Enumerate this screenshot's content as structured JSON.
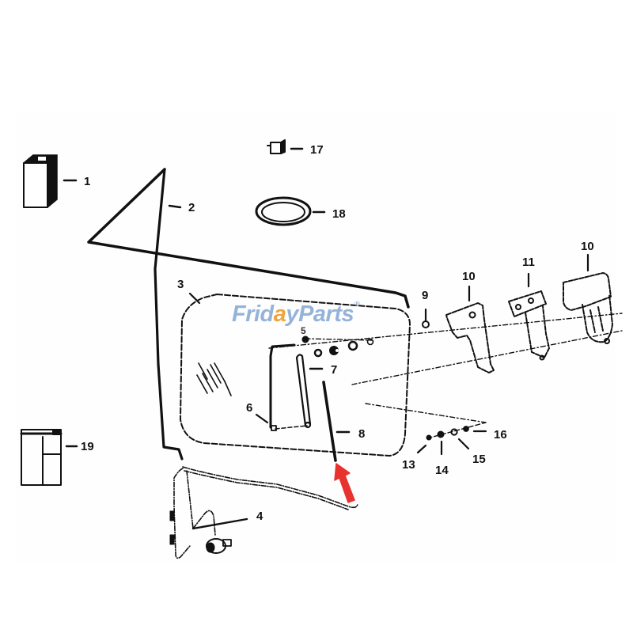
{
  "diagram": {
    "type": "exploded-parts-diagram",
    "subject": "Cab door glass, wiper and washer assembly",
    "background_color": "#ffffff",
    "line_color": "#111111",
    "highlight_arrow": {
      "color": "#e8322e",
      "points_to_callout": "8"
    },
    "watermark": {
      "text_part1": "Frid",
      "text_check": "a",
      "text_part2": "y",
      "text_part3": "Parts",
      "registered": "®",
      "color": "#8fb0d8",
      "check_color": "#f0a030"
    },
    "callouts": [
      {
        "id": "1",
        "label": "1"
      },
      {
        "id": "2",
        "label": "2"
      },
      {
        "id": "3",
        "label": "3"
      },
      {
        "id": "4",
        "label": "4"
      },
      {
        "id": "5",
        "label": "5"
      },
      {
        "id": "6",
        "label": "6"
      },
      {
        "id": "7",
        "label": "7"
      },
      {
        "id": "8",
        "label": "8"
      },
      {
        "id": "9",
        "label": "9"
      },
      {
        "id": "10a",
        "label": "10"
      },
      {
        "id": "10b",
        "label": "10"
      },
      {
        "id": "11",
        "label": "11"
      },
      {
        "id": "13",
        "label": "13"
      },
      {
        "id": "14",
        "label": "14"
      },
      {
        "id": "15",
        "label": "15"
      },
      {
        "id": "16",
        "label": "16"
      },
      {
        "id": "17",
        "label": "17"
      },
      {
        "id": "18",
        "label": "18"
      },
      {
        "id": "19",
        "label": "19"
      }
    ]
  }
}
